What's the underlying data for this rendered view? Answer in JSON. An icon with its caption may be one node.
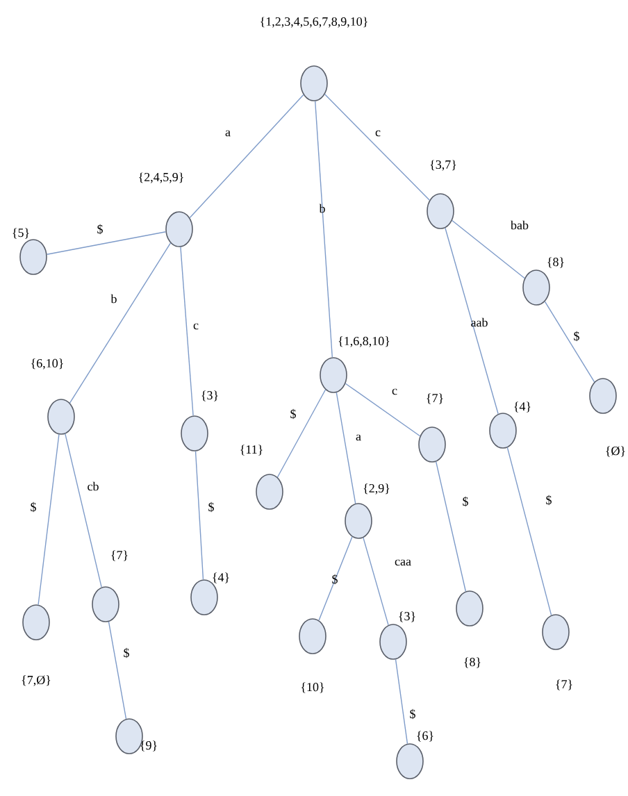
{
  "diagram": {
    "nodes": [
      {
        "text": [],
        "shape": "circle",
        "beside": [
          "{1,2,3,4,5,6,7,8,9,10}"
        ]
      },
      {
        "text": [],
        "shape": "circle",
        "beside": [
          "{2,4,5,9}"
        ]
      },
      {
        "text": [],
        "shape": "circle",
        "beside": [
          "{5}"
        ]
      },
      {
        "text": [],
        "shape": "circle",
        "beside": [
          "{3,7}"
        ]
      },
      {
        "text": [],
        "shape": "circle",
        "beside": [
          "{6,10}"
        ]
      },
      {
        "text": [],
        "shape": "circle",
        "beside": [
          "{3}"
        ]
      },
      {
        "text": [],
        "shape": "circle",
        "beside": [
          "{1,6,8,10}"
        ]
      },
      {
        "text": [],
        "shape": "circle",
        "beside": [
          "{8}"
        ]
      },
      {
        "text": [],
        "shape": "circle",
        "beside": [
          "{7,Ø}"
        ]
      },
      {
        "text": [],
        "shape": "circle",
        "beside": [
          "{7}"
        ]
      },
      {
        "text": [],
        "shape": "circle",
        "beside": [
          "{4}"
        ]
      },
      {
        "text": [],
        "shape": "circle",
        "beside": [
          "{11}"
        ]
      },
      {
        "text": [],
        "shape": "circle",
        "beside": [
          "{2,9}"
        ]
      },
      {
        "text": [],
        "shape": "circle",
        "beside": [
          "{7}"
        ]
      },
      {
        "text": [],
        "shape": "circle",
        "beside": [
          "{4}"
        ]
      },
      {
        "text": [],
        "shape": "circle",
        "beside": [
          "{Ø}"
        ]
      },
      {
        "text": [],
        "shape": "circle",
        "beside": [
          "{9}"
        ]
      },
      {
        "text": [],
        "shape": "circle",
        "beside": [
          "{10}"
        ]
      },
      {
        "text": [],
        "shape": "circle",
        "beside": [
          "{3}"
        ]
      },
      {
        "text": [],
        "shape": "circle",
        "beside": [
          "{8}"
        ]
      },
      {
        "text": [],
        "shape": "circle",
        "beside": [
          "{7}"
        ]
      },
      {
        "text": [],
        "shape": "circle",
        "beside": [
          "{6}"
        ]
      }
    ],
    "edges": [
      {
        "from": 0,
        "to": 1,
        "arrow": "none",
        "label": "a"
      },
      {
        "from": 0,
        "to": 6,
        "arrow": "none",
        "label": "b"
      },
      {
        "from": 0,
        "to": 3,
        "arrow": "none",
        "label": "c"
      },
      {
        "from": 1,
        "to": 2,
        "arrow": "none",
        "label": "$"
      },
      {
        "from": 1,
        "to": 4,
        "arrow": "none",
        "label": "b"
      },
      {
        "from": 1,
        "to": 5,
        "arrow": "none",
        "label": "c"
      },
      {
        "from": 3,
        "to": 14,
        "arrow": "none",
        "label": "aab"
      },
      {
        "from": 3,
        "to": 7,
        "arrow": "none",
        "label": "bab"
      },
      {
        "from": 7,
        "to": 15,
        "arrow": "none",
        "label": "$"
      },
      {
        "from": 4,
        "to": 8,
        "arrow": "none",
        "label": "$"
      },
      {
        "from": 4,
        "to": 9,
        "arrow": "none",
        "label": "cb"
      },
      {
        "from": 9,
        "to": 16,
        "arrow": "none",
        "label": "$"
      },
      {
        "from": 5,
        "to": 10,
        "arrow": "none",
        "label": "$"
      },
      {
        "from": 6,
        "to": 11,
        "arrow": "none",
        "label": "$"
      },
      {
        "from": 6,
        "to": 12,
        "arrow": "none",
        "label": "a"
      },
      {
        "from": 6,
        "to": 13,
        "arrow": "none",
        "label": "c"
      },
      {
        "from": 13,
        "to": 19,
        "arrow": "none",
        "label": "$"
      },
      {
        "from": 14,
        "to": 20,
        "arrow": "none",
        "label": "$"
      },
      {
        "from": 12,
        "to": 17,
        "arrow": "none",
        "label": "$"
      },
      {
        "from": 12,
        "to": 18,
        "arrow": "none",
        "label": "caa"
      },
      {
        "from": 18,
        "to": 21,
        "arrow": "none",
        "label": "$"
      }
    ]
  }
}
